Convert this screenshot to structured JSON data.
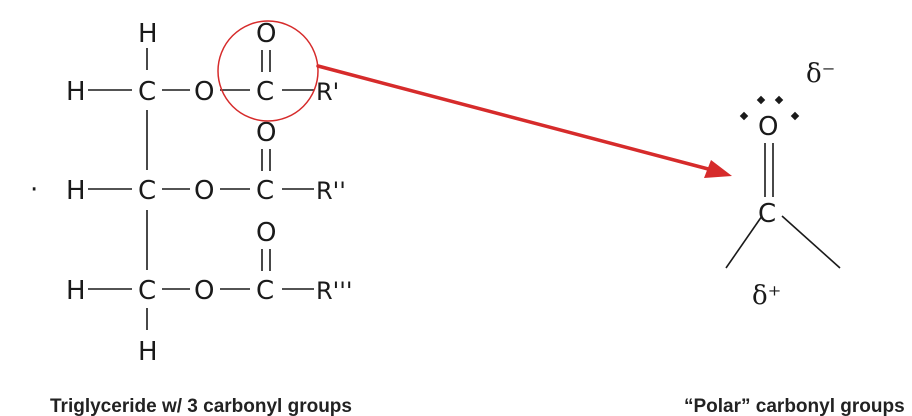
{
  "triglyceride": {
    "top_h": "H",
    "bottom_h": "H",
    "rows": [
      {
        "h": "H",
        "c": "C",
        "o": "O",
        "carbonyl_o": "O",
        "carbonyl_c": "C",
        "r": "R'"
      },
      {
        "h": "H",
        "c": "C",
        "o": "O",
        "carbonyl_o": "O",
        "carbonyl_c": "C",
        "r": "R''"
      },
      {
        "h": "H",
        "c": "C",
        "o": "O",
        "carbonyl_o": "O",
        "carbonyl_c": "C",
        "r": "R'''"
      }
    ],
    "stray_dot": "·",
    "caption": "Triglyceride w/ 3 carbonyl groups"
  },
  "carbonyl": {
    "oxygen": "O",
    "carbon": "C",
    "delta_minus": "δ⁻",
    "delta_plus": "δ⁺",
    "caption": "“Polar” carbonyl groups"
  },
  "colors": {
    "highlight": "#d62b2b",
    "ink": "#1a1a1a"
  }
}
